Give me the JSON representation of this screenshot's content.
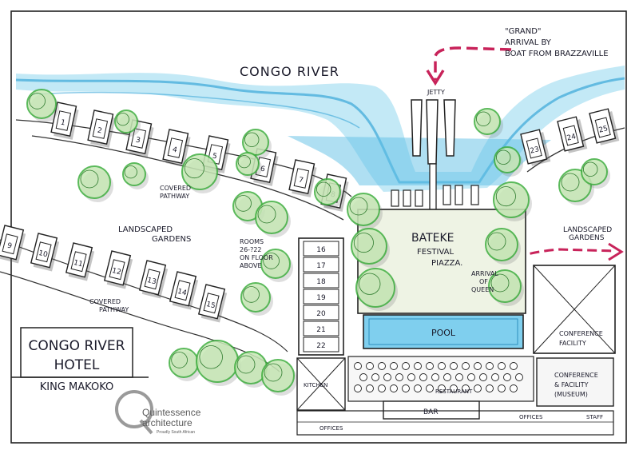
{
  "labels": {
    "river": "CONGO RIVER",
    "jetty": "JETTY",
    "arrival_line1": "\"GRAND\"",
    "arrival_line2": "ARRIVAL BY",
    "arrival_line3": "BOAT FROM BRAZZAVILLE",
    "covered_pathway_top_1": "COVERED",
    "covered_pathway_top_2": "PATHWAY",
    "landscaped_gardens_left_1": "LANDSCAPED",
    "landscaped_gardens_left_2": "GARDENS",
    "rooms_1": "ROOMS",
    "rooms_2": "26-?22",
    "rooms_3": "ON FLOOR",
    "rooms_4": "ABOVE",
    "covered_pathway_bottom_1": "COVERED",
    "covered_pathway_bottom_2": "PATHWAY",
    "piazza_1": "BATEKE",
    "piazza_2": "FESTIVAL",
    "piazza_3": "PIAZZA.",
    "arrival_queen_1": "ARRIVAL",
    "arrival_queen_2": "OF",
    "arrival_queen_3": "QUEEN",
    "landscaped_gardens_right_1": "LANDSCAPED",
    "landscaped_gardens_right_2": "GARDENS",
    "pool": "POOL",
    "conference_1": "CONFERENCE",
    "conference_2": "FACILITY",
    "museum_1": "CONFERENCE",
    "museum_2": "& FACILITY",
    "museum_3": "(MUSEUM)",
    "kitchen": "KITCHEN",
    "restaurant": "RESTAURANT",
    "bar": "BAR",
    "offices_left": "OFFICES",
    "offices_right": "OFFICES",
    "staff": "STAFF"
  },
  "title_block": {
    "line1": "CONGO RIVER",
    "line2": "HOTEL",
    "subtitle": "KING MAKOKO"
  },
  "logo": {
    "name_line1": "Quintessence",
    "name_line2": "architecture",
    "tagline": "Proudly South African"
  },
  "rooms": {
    "top_row": [
      "1",
      "2",
      "3",
      "4",
      "5",
      "6",
      "7",
      "8"
    ],
    "left_row": [
      "9",
      "10",
      "11",
      "12",
      "13",
      "14",
      "15"
    ],
    "right_row": [
      "23",
      "24",
      "25"
    ],
    "tower": [
      "16",
      "17",
      "18",
      "19",
      "20",
      "21",
      "22"
    ]
  },
  "colors": {
    "water": "#8fd3ee",
    "water_dark": "#3aa6d8",
    "tree": "#3fae3f",
    "tree_fill": "#c7e8b6",
    "arrow": "#c8235a",
    "ink": "#1a1a2a"
  }
}
